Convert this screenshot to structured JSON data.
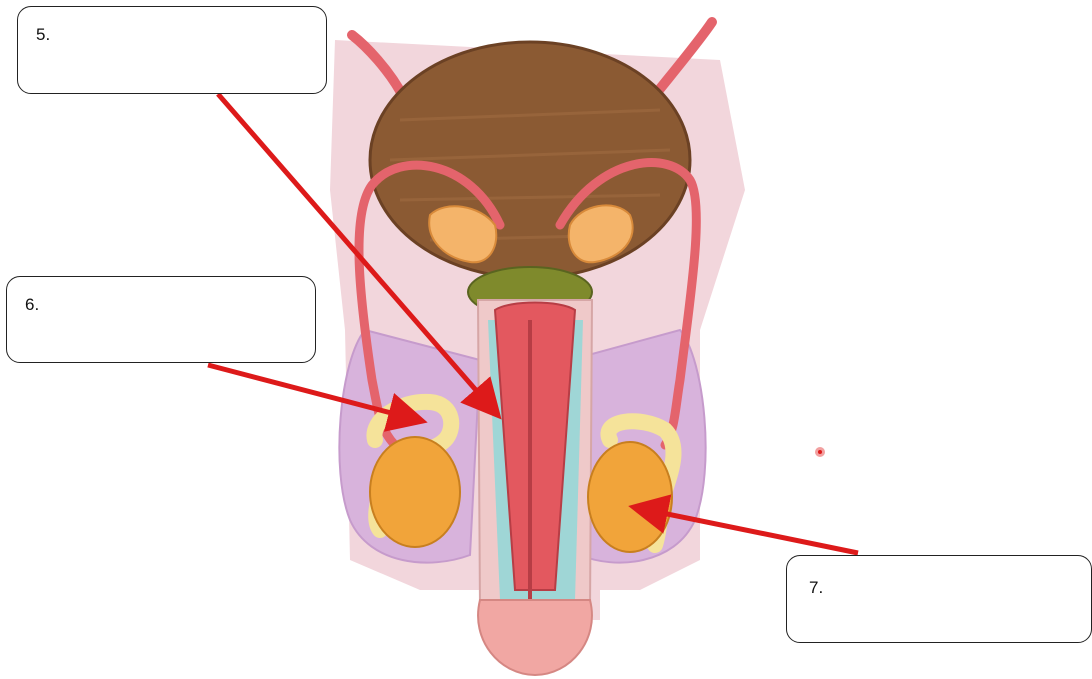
{
  "labels": [
    {
      "id": "5",
      "text": "5."
    },
    {
      "id": "6",
      "text": "6."
    },
    {
      "id": "7",
      "text": "7."
    }
  ],
  "icons": [
    "bladder-icon",
    "vas-deferens-icon",
    "seminal-vesicle-icon",
    "prostate-icon",
    "urethra-icon",
    "epididymis-icon",
    "testis-icon",
    "glans-icon",
    "arrow-icon"
  ],
  "colors": {
    "skin": "#f2d6dc",
    "scrotum": "#d8b3dc",
    "bladder": "#8b5a33",
    "vas_deferens": "#e4646c",
    "seminal_vesicle": "#f4b46a",
    "prostate": "#7f8a2c",
    "urethra": "#e3585f",
    "erectile_tissue": "#9fd6d6",
    "epididymis": "#f5e39a",
    "testis": "#f1a43a",
    "arrow": "#dd1a1a"
  }
}
